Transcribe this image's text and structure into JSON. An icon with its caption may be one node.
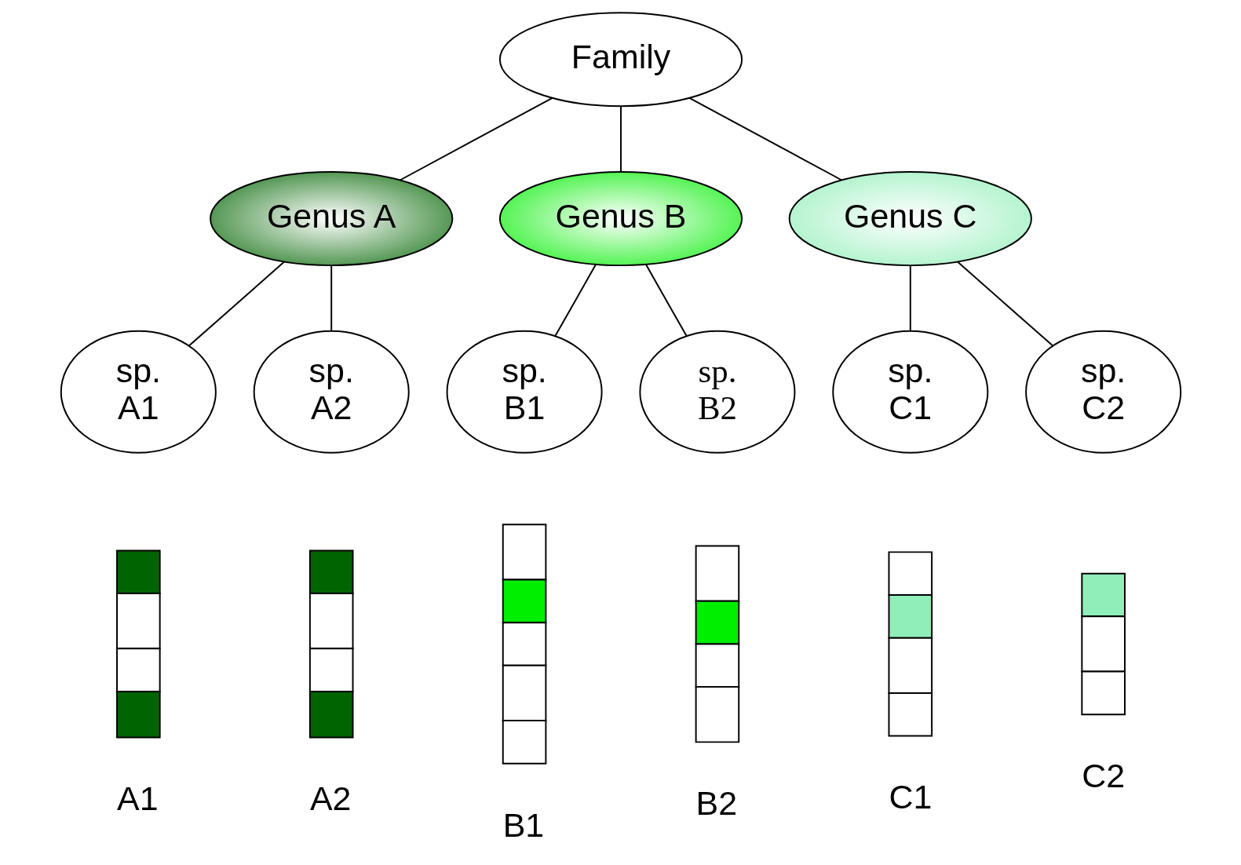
{
  "diagram": {
    "nodes": [
      {
        "text": [
          "Family"
        ]
      },
      {
        "text": [
          "Genus A"
        ]
      },
      {
        "text": [
          "Genus B"
        ]
      },
      {
        "text": [
          "Genus C"
        ]
      },
      {
        "text": [
          "sp. A1"
        ]
      },
      {
        "text": [
          "sp. A2"
        ]
      },
      {
        "text": [
          "sp. B1"
        ]
      },
      {
        "text": [
          "sp. B2"
        ]
      },
      {
        "text": [
          "sp. C1"
        ]
      },
      {
        "text": [
          "sp. C2"
        ]
      },
      {
        "text": [
          "A1"
        ]
      },
      {
        "text": [
          "A2"
        ]
      },
      {
        "text": [
          "B1"
        ]
      },
      {
        "text": [
          "B2"
        ]
      },
      {
        "text": [
          "C1"
        ]
      },
      {
        "text": [
          "C2"
        ]
      }
    ],
    "edges": [
      {
        "from": 0,
        "to": 1,
        "arrow": "none"
      },
      {
        "from": 0,
        "to": 2,
        "arrow": "none"
      },
      {
        "from": 0,
        "to": 3,
        "arrow": "none"
      },
      {
        "from": 1,
        "to": 4,
        "arrow": "none"
      },
      {
        "from": 1,
        "to": 5,
        "arrow": "none"
      },
      {
        "from": 2,
        "to": 6,
        "arrow": "none"
      },
      {
        "from": 2,
        "to": 7,
        "arrow": "none"
      },
      {
        "from": 3,
        "to": 8,
        "arrow": "none"
      },
      {
        "from": 3,
        "to": 9,
        "arrow": "none"
      }
    ]
  }
}
